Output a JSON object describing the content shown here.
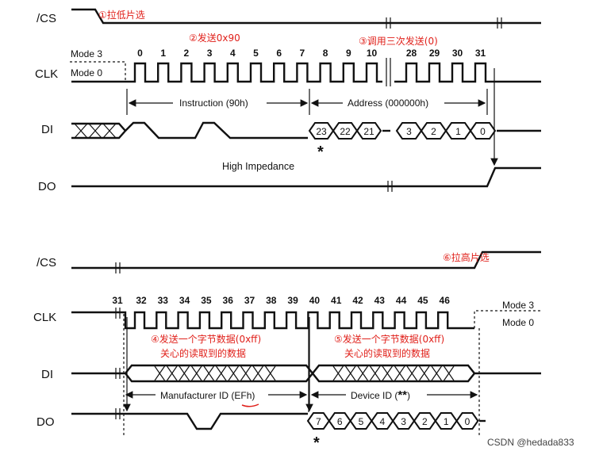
{
  "signals": {
    "cs": "/CS",
    "clk": "CLK",
    "di": "DI",
    "do": "DO"
  },
  "modes": {
    "mode3": "Mode 3",
    "mode0": "Mode 0"
  },
  "top": {
    "clk_numbers": [
      "0",
      "1",
      "2",
      "3",
      "4",
      "5",
      "6",
      "7",
      "8",
      "9",
      "10",
      "28",
      "29",
      "30",
      "31"
    ],
    "instruction_label": "Instruction (90h)",
    "address_label": "Address (000000h)",
    "address_bits_a": [
      "23",
      "22",
      "21"
    ],
    "address_bits_b": [
      "3",
      "2",
      "1",
      "0"
    ],
    "high_impedance": "High Impedance",
    "star": "*",
    "annotations": {
      "cs_low": "①拉低片选",
      "send_90": "②发送0x90",
      "send_zero": "③调用三次发送(0)"
    }
  },
  "bottom": {
    "clk_numbers": [
      "31",
      "32",
      "33",
      "34",
      "35",
      "36",
      "37",
      "38",
      "39",
      "40",
      "41",
      "42",
      "43",
      "44",
      "45",
      "46"
    ],
    "manufacturer_label": "Manufacturer ID (EFh)",
    "device_label": "Device ID (",
    "device_stars": "**",
    "device_close": ")",
    "do_bits": [
      "7",
      "6",
      "5",
      "4",
      "3",
      "2",
      "1",
      "0"
    ],
    "star": "*",
    "annotations": {
      "send_byte_a": "④发送一个字节数据(0xff)",
      "care_a": "关心的读取到的数据",
      "send_byte_b": "⑤发送一个字节数据(0xff)",
      "care_b": "关心的读取到的数据",
      "cs_high": "⑥拉高片选"
    }
  },
  "watermark": "CSDN @hedada833"
}
